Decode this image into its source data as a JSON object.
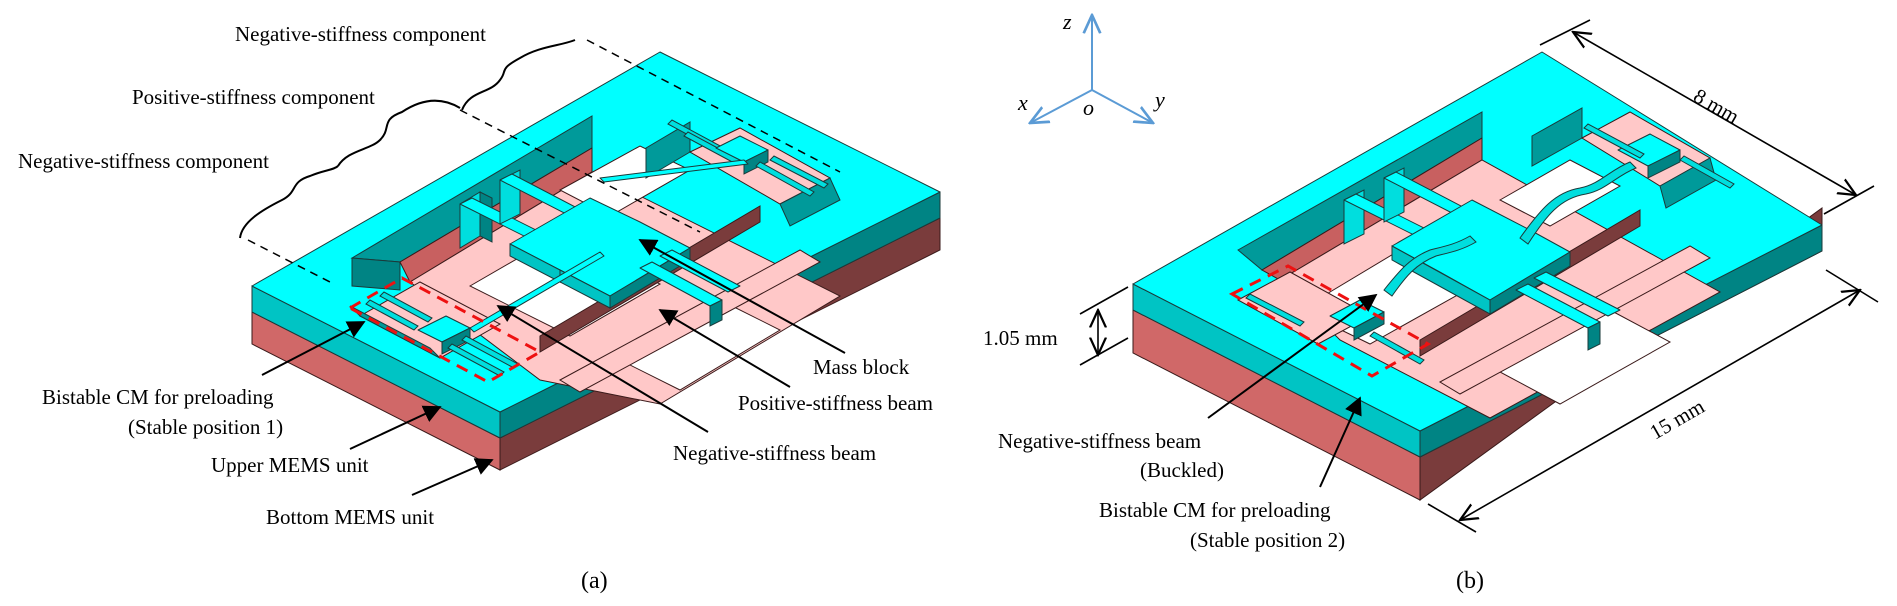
{
  "figure": {
    "panels": [
      {
        "id": "a",
        "caption": "(a)",
        "annotations": {
          "neg_component_top": "Negative-stiffness component",
          "pos_component": "Positive-stiffness component",
          "neg_component_bottom": "Negative-stiffness component",
          "bistable_line1": "Bistable CM for preloading",
          "bistable_line2": "(Stable position 1)",
          "upper_unit": "Upper MEMS unit",
          "bottom_unit": "Bottom MEMS unit",
          "mass_block": "Mass block",
          "pos_beam": "Positive-stiffness beam",
          "neg_beam": "Negative-stiffness beam"
        }
      },
      {
        "id": "b",
        "caption": "(b)",
        "annotations": {
          "neg_beam_line1": "Negative-stiffness beam",
          "neg_beam_line2": "(Buckled)",
          "bistable_line1": "Bistable CM for preloading",
          "bistable_line2": "(Stable position 2)"
        },
        "dimensions": {
          "width": "8 mm",
          "length": "15 mm",
          "thickness": "1.05 mm"
        }
      }
    ],
    "axes": {
      "z": "z",
      "x": "x",
      "y": "y",
      "origin": "o"
    },
    "colors": {
      "upper_unit": "#00ffff",
      "bottom_unit": "#d06868",
      "bottom_floor": "#ffc8c8",
      "highlight_dash": "#ee1111",
      "axis_arrows": "#5b9bd5"
    }
  }
}
